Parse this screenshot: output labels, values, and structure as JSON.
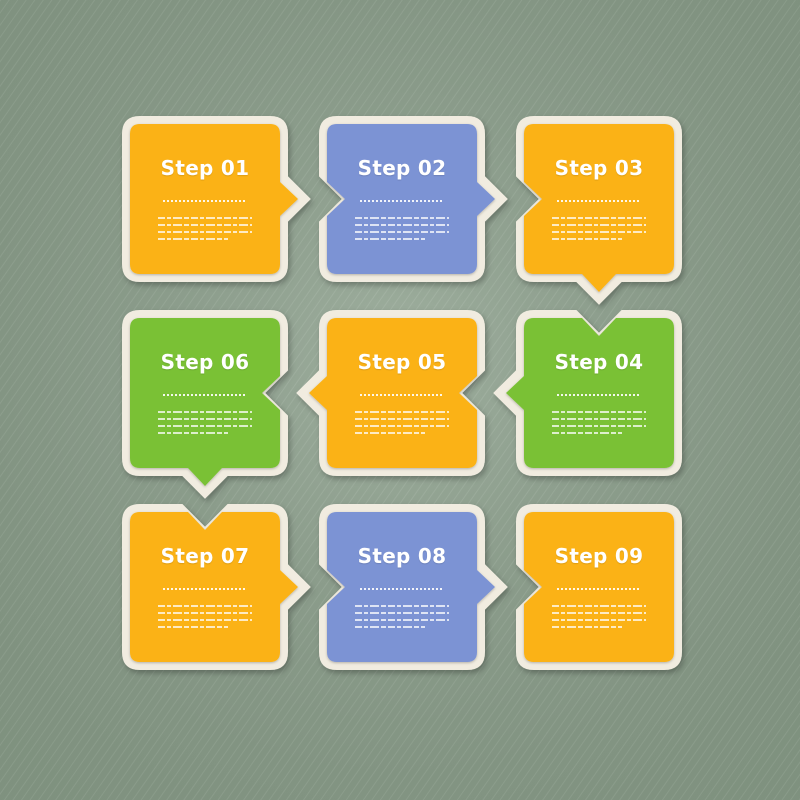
{
  "colors": {
    "background": "#8a9e8a",
    "frame": "#f1ece0",
    "orange": "#fbb212",
    "blue": "#7b93d4",
    "green": "#7ac136",
    "placeholder_text": "#ffffff"
  },
  "flow_order": [
    "01",
    "02",
    "03",
    "04",
    "05",
    "06",
    "07",
    "08",
    "09"
  ],
  "steps": [
    {
      "label": "Step 01",
      "color": "orange",
      "pointer": "right"
    },
    {
      "label": "Step 02",
      "color": "blue",
      "pointer": "right",
      "notch": "left"
    },
    {
      "label": "Step 03",
      "color": "orange",
      "pointer": "down",
      "notch": "left"
    },
    {
      "label": "Step 06",
      "color": "green",
      "pointer": "down",
      "notch": "right"
    },
    {
      "label": "Step 05",
      "color": "orange",
      "pointer": "left",
      "notch": "right"
    },
    {
      "label": "Step 04",
      "color": "green",
      "pointer": "left",
      "notch": "top"
    },
    {
      "label": "Step 07",
      "color": "orange",
      "pointer": "right",
      "notch": "top"
    },
    {
      "label": "Step 08",
      "color": "blue",
      "pointer": "right",
      "notch": "left"
    },
    {
      "label": "Step 09",
      "color": "orange",
      "notch": "left"
    }
  ]
}
